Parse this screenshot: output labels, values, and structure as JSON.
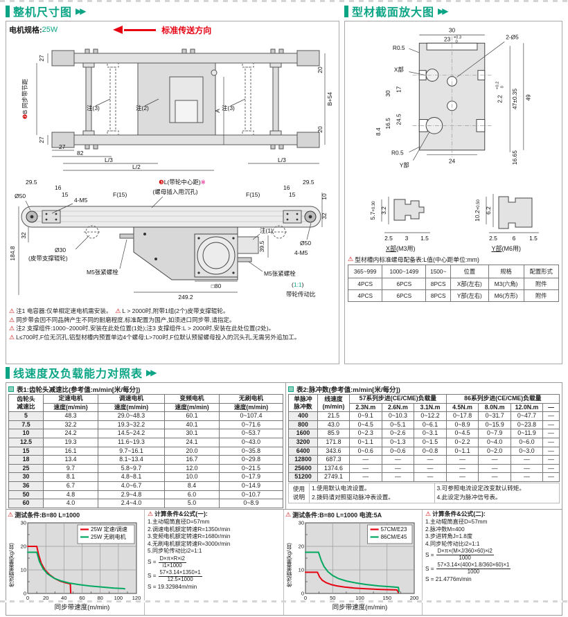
{
  "s1": {
    "title": "整机尺寸图",
    "motor_label": "电机规格:",
    "motor_value": "25W",
    "direction": "标准传送方向",
    "plan": {
      "l27t": "27",
      "l27b": "27",
      "badge": "❷",
      "pitch": "B 同步带节距",
      "n3": "注(3)",
      "n2": "注(2)",
      "dimA": "A",
      "r20t": "20",
      "rb54": "B+54",
      "r20b": "20",
      "b27": "27",
      "b82": "82",
      "l3": "L/3",
      "l2": "L/2"
    },
    "side": {
      "t295l": "29.5",
      "t16l": "16",
      "t15l": "15",
      "m4m5l": "4-M5",
      "f15l": "F(15)",
      "badge": "❸",
      "lcenter": "L(带轮中心距)",
      "star": "※",
      "sink": "(螺母插入用沉孔)",
      "f15r": "F(15)",
      "t16r": "16",
      "t15r": "15",
      "t295r": "29.5",
      "d50l": "Ø50",
      "d1848": "184.8",
      "d32": "32",
      "d30": "Ø30",
      "d30b": "(皮带支撑辊轮)",
      "m5bolt": "M5张紧螺栓",
      "note1": "注(1)",
      "d395": "39.5",
      "m4m5r": "4-M5",
      "sq80": "□80",
      "d2492": "249.2",
      "ratio_p1": "(",
      "ratio_v": "1:1",
      "ratio_p2": ")",
      "ratio_cap": "带轮传动比",
      "r10": "10",
      "r32": "32",
      "d50r": "Ø50"
    },
    "notes": {
      "n1a": "注1 电容器:仅单相定速电机需安装。",
      "n1b": "L > 2000时,附带1组(2个)皮带支撑辊轮。",
      "n2": "同步带会因不同品牌产生不同的耐磨程度,标准配置为国产,如须进口同步带,请指定。",
      "n3": "注2 支撑组件:1000~2000时,安装在此处位置(1处);注3 支撑组件:L > 2000时,安装在此处位置(2处)。",
      "n4": "L≤700时,F位无沉孔,铝型材槽内预置单边4个螺母;L>700时,F位默认预留螺母投入的沉头孔,无需另外追加工。"
    }
  },
  "s2": {
    "title": "型材截面放大图",
    "cross": {
      "w30": "30",
      "c23": "23",
      "c23u": "+0.3",
      "c23l": "0",
      "holes": "2-Ø5",
      "r05a": "R0.5",
      "xpart": "X部",
      "l30": "30",
      "l17": "17",
      "l165": "16.5",
      "l245": "24.5",
      "l84": "8.4",
      "r05b": "R0.5",
      "ypart": "Y部",
      "b24": "24",
      "b1665": "16.65",
      "r22": "2.2",
      "r22u": "+0.2",
      "r22l": "0",
      "r47": "47±0.35",
      "r49": "49"
    },
    "xdetail": {
      "v": "5.7",
      "vu": "+0.3",
      "vl": "0",
      "d": "3.2",
      "a": "2.5",
      "b": "3",
      "c": "1.5",
      "cap1": "X部",
      "cap2": "(M3用)"
    },
    "ydetail": {
      "v": "10.2",
      "vu": "+0.5",
      "vl": "0",
      "d": "6.2",
      "a": "2.5",
      "b": "6",
      "c": "1.5",
      "cap1": "Y部",
      "cap2": "(M6用)"
    },
    "nut_note": "型材槽内标准螺母配备表:L值(中心距单位:mm)",
    "nut_table": {
      "headers": [
        "365~999",
        "1000~1499",
        "1500~",
        "位置",
        "规格",
        "配置形式"
      ],
      "rows": [
        [
          "4PCS",
          "6PCS",
          "8PCS",
          "X部(左右)",
          "M3(六角)",
          "附件"
        ],
        [
          "4PCS",
          "6PCS",
          "8PCS",
          "Y部(左右)",
          "M6(方形)",
          "附件"
        ]
      ]
    }
  },
  "s3": {
    "title": "线速度及负载能力对照表",
    "table1": {
      "title": "表1:齿轮头减速比(参考值:m/min[米/每分])",
      "col0a": "齿轮头",
      "col0b": "减速比",
      "groups": [
        "定速电机",
        "调速电机",
        "变频电机",
        "无刷电机"
      ],
      "sub": "速度(m/min)",
      "rows": [
        [
          "5",
          "48.3",
          "29.0~48.3",
          "60.1",
          "0~107.4"
        ],
        [
          "7.5",
          "32.2",
          "19.3~32.2",
          "40.1",
          "0~71.6"
        ],
        [
          "10",
          "24.2",
          "14.5~24.2",
          "30.1",
          "0~53.7"
        ],
        [
          "12.5",
          "19.3",
          "11.6~19.3",
          "24.1",
          "0~43.0"
        ],
        [
          "15",
          "16.1",
          "9.7~16.1",
          "20.0",
          "0~35.8"
        ],
        [
          "18",
          "13.4",
          "8.1~13.4",
          "16.7",
          "0~29.8"
        ],
        [
          "25",
          "9.7",
          "5.8~9.7",
          "12.0",
          "0~21.5"
        ],
        [
          "30",
          "8.1",
          "4.8~8.1",
          "10.0",
          "0~17.9"
        ],
        [
          "36",
          "6.7",
          "4.0~6.7",
          "8.4",
          "0~14.9"
        ],
        [
          "50",
          "4.8",
          "2.9~4.8",
          "6.0",
          "0~10.7"
        ],
        [
          "60",
          "4.0",
          "2.4~4.0",
          "5.0",
          "0~8.9"
        ]
      ]
    },
    "table2": {
      "title": "表2:脉冲数(参考值:m/min[米/每分])",
      "col0a": "单脉冲",
      "col0b": "脉冲数",
      "col1a": "线速度",
      "col1b": "(m/min)",
      "g57": "57系列步进(CE/CME)负载量",
      "g86": "86系列步进(CE/CME)负载量",
      "sub57": [
        "2.3N.m",
        "2.6N.m",
        "3.1N.m"
      ],
      "sub86": [
        "4.5N.m",
        "8.0N.m",
        "12.0N.m",
        "—"
      ],
      "rows": [
        [
          "400",
          "21.5",
          "0~9.1",
          "0~10.3",
          "0~12.2",
          "0~17.8",
          "0~31.7",
          "0~47.7",
          "—"
        ],
        [
          "800",
          "43.0",
          "0~4.5",
          "0~5.1",
          "0~6.1",
          "0~8.9",
          "0~15.9",
          "0~23.8",
          "—"
        ],
        [
          "1600",
          "85.9",
          "0~2.3",
          "0~2.6",
          "0~3.1",
          "0~4.5",
          "0~7.9",
          "0~11.9",
          "—"
        ],
        [
          "3200",
          "171.8",
          "0~1.1",
          "0~1.3",
          "0~1.5",
          "0~2.2",
          "0~4.0",
          "0~6.0",
          "—"
        ],
        [
          "6400",
          "343.6",
          "0~0.6",
          "0~0.6",
          "0~0.8",
          "0~1.1",
          "0~2.0",
          "0~3.0",
          "—"
        ],
        [
          "12800",
          "687.3",
          "—",
          "—",
          "—",
          "—",
          "—",
          "—",
          "—"
        ],
        [
          "25600",
          "1374.6",
          "—",
          "—",
          "—",
          "—",
          "—",
          "—",
          "—"
        ],
        [
          "51200",
          "2749.1",
          "—",
          "—",
          "—",
          "—",
          "—",
          "—",
          "—"
        ]
      ]
    },
    "usage": {
      "label1": "使用",
      "label2": "说明",
      "n1": "1.使用默认电流设置。",
      "n2": "2.拨码请对照驱动脉冲表设置。",
      "n3": "3.可参照电流设定改变默认转矩。",
      "n4": "4.此设定为脉冲信号表。"
    },
    "test1": "测试条件:B=80  L=1000",
    "test2": "测试条件:B=80  L=1000  电流:5A",
    "formula1": {
      "title": "计算条件&公式(一):",
      "lines": [
        "1.主动辊筒直径D=57mm",
        "2.调速电机额定转速R=1350r/min",
        "3.变频电机额定转速R=1680r/min",
        "4.无刷电机额定转速R=3000r/min",
        "5.同步轮传动比i2=1:1"
      ],
      "eq": "S =",
      "f1num": "D×π×R×i2",
      "f1den": "i1×1000",
      "f2num": "57×3.14×1350×1",
      "f2den": "12.5×1000",
      "result": "S = 19.32984m/min"
    },
    "formula2": {
      "title": "计算条件&公式(二):",
      "lines": [
        "1.主动辊筒直径D=57mm",
        "2.脉冲数M=400",
        "3.步进转角J=1.8度",
        "4.同步轮传动比i2=1:1"
      ],
      "eq": "S =",
      "f1num": "D×π×(M×J/360×60)×i2",
      "f1den": "1000",
      "f2num": "57×3.14×(400×1.8/360×60)×1",
      "f2den": "1000",
      "result": "S = 21.4776m/min"
    }
  },
  "chart_data": [
    {
      "type": "line",
      "title": "测试条件:B=80 L=1000",
      "xlabel": "同步带速度(m/min)",
      "ylabel": "传送物重量(kg/台)",
      "xlim": [
        0,
        120
      ],
      "ylim": [
        0,
        30
      ],
      "xticks": [
        0,
        20,
        40,
        60,
        80,
        100,
        120
      ],
      "yticks": [
        0,
        10,
        20,
        30
      ],
      "grid": true,
      "legend_position": "top-right",
      "series": [
        {
          "name": "25W 定速/调速",
          "color": "#e60012",
          "points": [
            [
              0,
              20
            ],
            [
              10,
              20
            ],
            [
              12,
              16.5
            ],
            [
              15,
              12.8
            ],
            [
              19,
              10
            ],
            [
              24,
              8
            ],
            [
              30,
              6.3
            ],
            [
              36,
              5.2
            ],
            [
              42,
              4.5
            ],
            [
              47,
              4.1
            ],
            [
              47.5,
              0.3
            ]
          ]
        },
        {
          "name": "25W 无刷电机",
          "color": "#00a860",
          "points": [
            [
              0,
              17.5
            ],
            [
              10,
              17.5
            ],
            [
              13,
              13.5
            ],
            [
              17,
              10.5
            ],
            [
              22,
              8.3
            ],
            [
              29,
              6.5
            ],
            [
              37,
              5.3
            ],
            [
              46,
              4.4
            ],
            [
              56,
              3.8
            ],
            [
              68,
              3.2
            ],
            [
              82,
              2.7
            ],
            [
              95,
              2.3
            ],
            [
              105,
              2.1
            ],
            [
              107,
              2.0
            ]
          ]
        }
      ]
    },
    {
      "type": "line",
      "title": "测试条件:B=80 L=1000 电流:5A",
      "xlabel": "同步带速度(m/min)",
      "ylabel": "传送物重量(kg/台)",
      "xlim": [
        0,
        200
      ],
      "ylim": [
        0,
        30
      ],
      "xticks": [
        0,
        50,
        100,
        150,
        200
      ],
      "yticks": [
        0,
        10,
        20,
        30
      ],
      "grid": true,
      "legend_position": "top-right",
      "series": [
        {
          "name": "57CM/E23",
          "color": "#e60012",
          "points": [
            [
              0,
              9
            ],
            [
              22,
              9
            ],
            [
              26,
              7
            ],
            [
              31,
              5.6
            ],
            [
              38,
              4.6
            ],
            [
              47,
              3.8
            ],
            [
              58,
              3.2
            ],
            [
              72,
              2.7
            ],
            [
              90,
              2.3
            ],
            [
              112,
              2.0
            ],
            [
              138,
              1.7
            ],
            [
              168,
              1.5
            ],
            [
              171,
              0.4
            ]
          ]
        },
        {
          "name": "86CM/E45",
          "color": "#00a860",
          "points": [
            [
              0,
              17.5
            ],
            [
              24,
              17.5
            ],
            [
              29,
              14
            ],
            [
              34,
              11.5
            ],
            [
              41,
              9.3
            ],
            [
              50,
              7.6
            ],
            [
              61,
              6.3
            ],
            [
              75,
              5.3
            ],
            [
              92,
              4.5
            ],
            [
              112,
              3.8
            ],
            [
              135,
              3.2
            ],
            [
              160,
              2.8
            ],
            [
              171,
              2.6
            ],
            [
              172,
              0.8
            ]
          ]
        }
      ]
    }
  ]
}
